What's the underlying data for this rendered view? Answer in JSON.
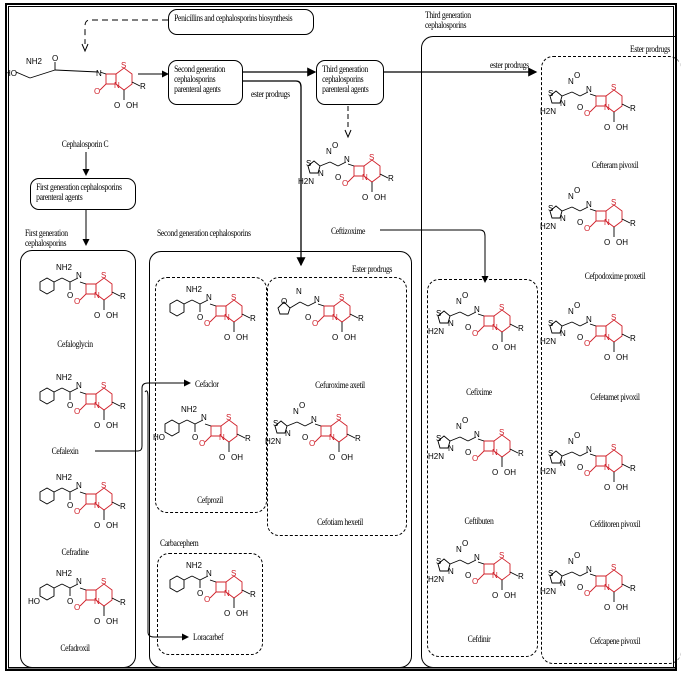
{
  "title_box": "Penicillins and cephalosporins biosynthesis",
  "start_compound": "Cephalosporin C",
  "colors": {
    "beta_lactam_core": "#d0202a",
    "line": "#000000",
    "background": "#ffffff"
  },
  "flow_boxes": {
    "first_gen_parenteral": [
      "First generation cephalosporins",
      "parenteral agents"
    ],
    "second_gen_parenteral": [
      "Second generation",
      "cephalosporins",
      "parenteral agents"
    ],
    "third_gen_parenteral": [
      "Third generation",
      "cephalosporins",
      "parenteral agents"
    ]
  },
  "edge_labels": {
    "ester_prodrugs_2nd": "ester prodrugs",
    "ester_prodrugs_3rd": "ester prodrugs"
  },
  "groups": {
    "first_gen": {
      "title": [
        "First generation",
        "cephalosporins"
      ],
      "compounds": [
        "Cefaloglycin",
        "Cefalexin",
        "Cefradine",
        "Cefadroxil"
      ]
    },
    "second_gen": {
      "title": "Second generation  cephalosporins",
      "oral": [
        "Cefaclor",
        "Cefprozil"
      ],
      "ester_prodrugs_title": "Ester prodrugs",
      "ester_prodrugs": [
        "Cefuroxime axetil",
        "Cefotiam hexetil"
      ],
      "carbacephem_title": "Carbacephem",
      "carbacephem": [
        "Loracarbef"
      ]
    },
    "third_gen": {
      "title": [
        "Third generation",
        "cephalosporins"
      ],
      "parenteral_example": "Ceftizoxime",
      "oral": [
        "Cefixime",
        "Ceftibuten",
        "Cefdinir"
      ],
      "ester_prodrugs_title": "Ester prodrugs",
      "ester_prodrugs": [
        "Cefteram pivoxil",
        "Cefpodoxime proxetil",
        "Cefetamet pivoxil",
        "Cefditoren pivoxil",
        "Cefcapene pivoxil"
      ]
    }
  }
}
